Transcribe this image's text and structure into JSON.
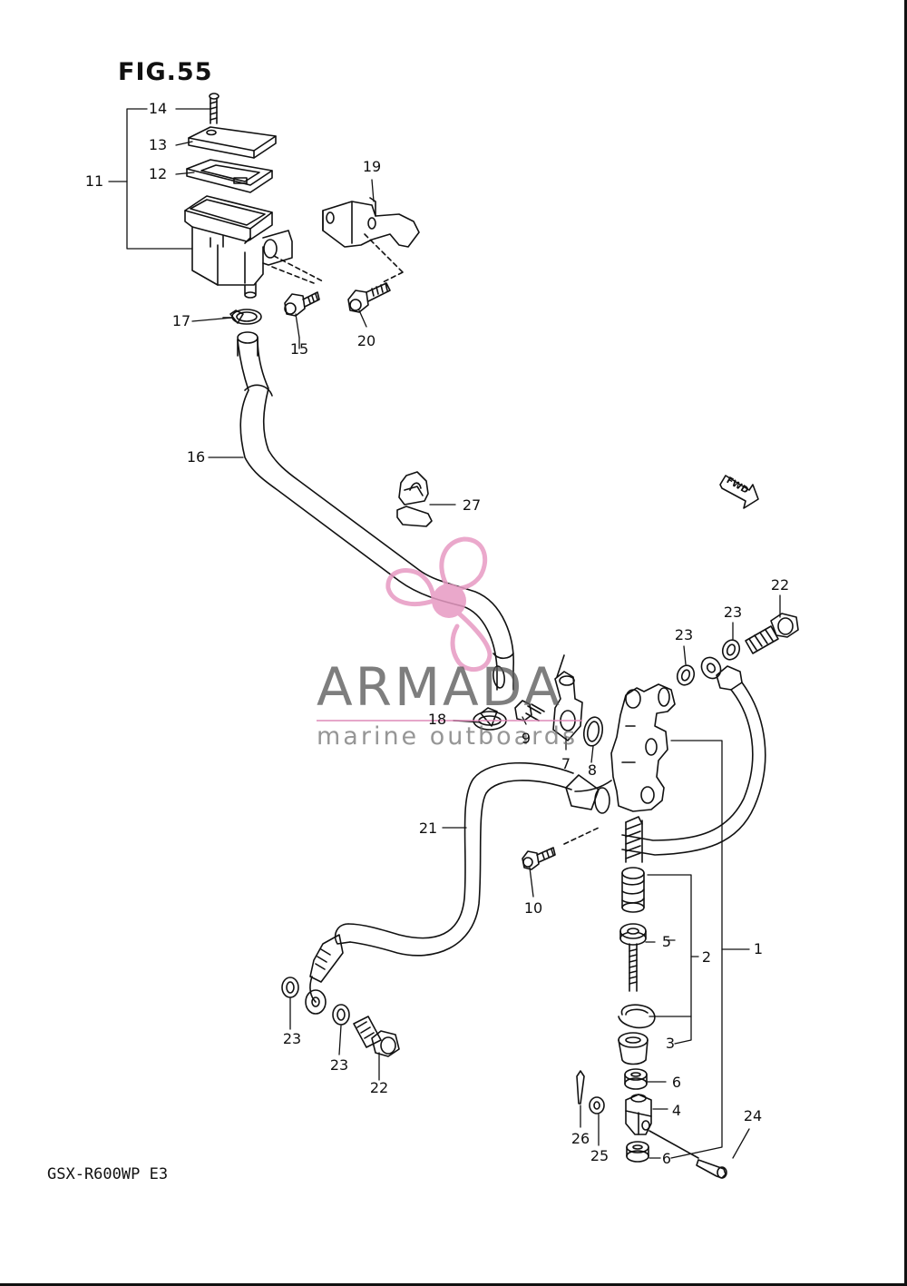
{
  "figure_title": "FIG.55",
  "model_code": "GSX-R600WP E3",
  "fwd_marker": "FWD",
  "watermark": {
    "brand": "ARMADA",
    "tagline": "marine outboards",
    "logo_color": "#e79ac3"
  },
  "callouts": [
    {
      "id": "c14",
      "label": "14"
    },
    {
      "id": "c13",
      "label": "13"
    },
    {
      "id": "c12",
      "label": "12"
    },
    {
      "id": "c11",
      "label": "11"
    },
    {
      "id": "c19",
      "label": "19"
    },
    {
      "id": "c17",
      "label": "17"
    },
    {
      "id": "c15",
      "label": "15"
    },
    {
      "id": "c20",
      "label": "20"
    },
    {
      "id": "c16",
      "label": "16"
    },
    {
      "id": "c27",
      "label": "27"
    },
    {
      "id": "c22a",
      "label": "22"
    },
    {
      "id": "c23a",
      "label": "23"
    },
    {
      "id": "c23b",
      "label": "23"
    },
    {
      "id": "c18",
      "label": "18"
    },
    {
      "id": "c9",
      "label": "9"
    },
    {
      "id": "c7",
      "label": "7"
    },
    {
      "id": "c8",
      "label": "8"
    },
    {
      "id": "c21",
      "label": "21"
    },
    {
      "id": "c10",
      "label": "10"
    },
    {
      "id": "c5",
      "label": "5"
    },
    {
      "id": "c2",
      "label": "2"
    },
    {
      "id": "c1",
      "label": "1"
    },
    {
      "id": "c3",
      "label": "3"
    },
    {
      "id": "c6a",
      "label": "6"
    },
    {
      "id": "c4",
      "label": "4"
    },
    {
      "id": "c6b",
      "label": "6"
    },
    {
      "id": "c24",
      "label": "24"
    },
    {
      "id": "c26",
      "label": "26"
    },
    {
      "id": "c25",
      "label": "25"
    },
    {
      "id": "c23c",
      "label": "23"
    },
    {
      "id": "c23d",
      "label": "23"
    },
    {
      "id": "c22b",
      "label": "22"
    }
  ]
}
